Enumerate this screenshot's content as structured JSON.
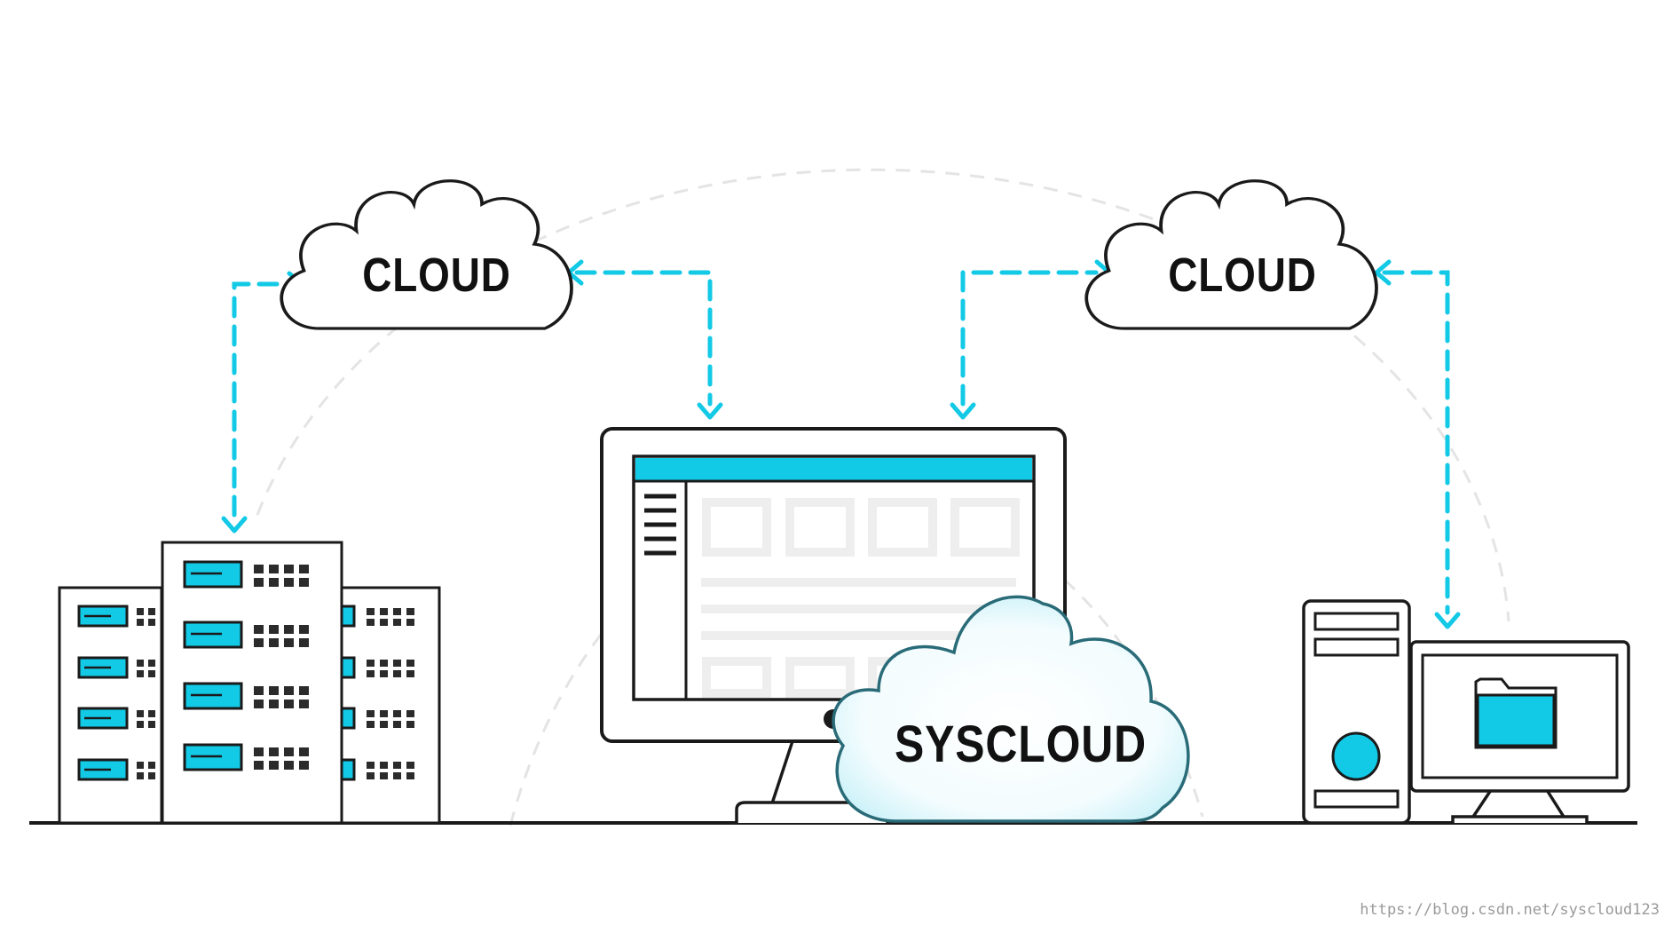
{
  "nodes": {
    "cloud_left": {
      "label": "CLOUD"
    },
    "cloud_right": {
      "label": "CLOUD"
    },
    "cloud_center": {
      "label": "SYSCLOUD"
    }
  },
  "watermark": "https://blog.csdn.net/syscloud123",
  "colors": {
    "accent": "#12C9E6",
    "outline": "#1a1a1a",
    "syscloud_outline": "#2a6b78",
    "syscloud_fill_top": "#ffffff",
    "syscloud_fill_edge": "#c9f1f8",
    "screen_placeholder": "#eeeeee",
    "dashed_arc": "#e4e4e4",
    "ground_line": "#1a1a1a"
  },
  "icons": [
    "cloud-icon",
    "server-rack-icon",
    "monitor-icon",
    "desktop-tower-icon",
    "folder-icon"
  ]
}
